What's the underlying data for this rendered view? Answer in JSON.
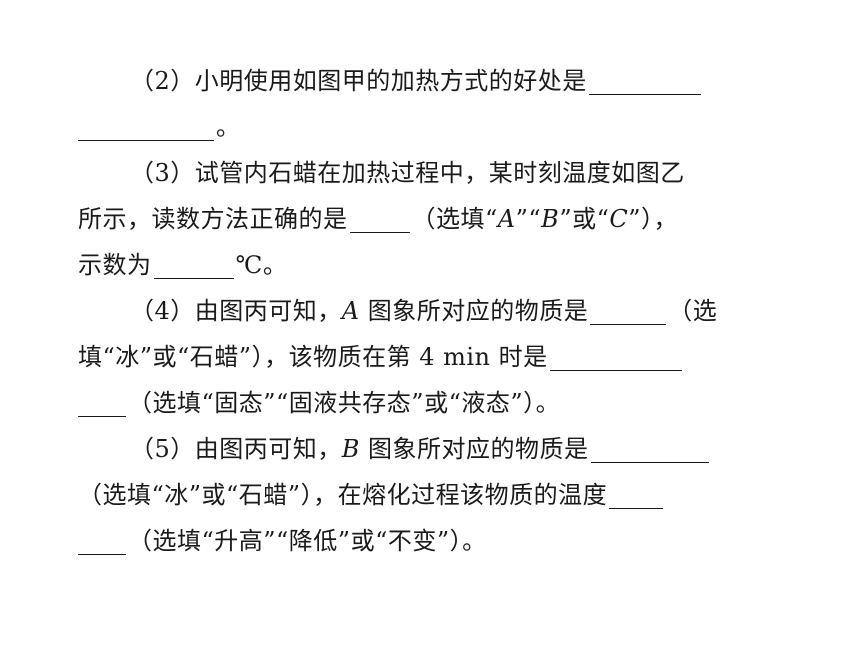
{
  "questions": [
    {
      "id": "2",
      "lines": [
        {
          "a": "（2）小明使用如图甲的加热方式的好处是"
        },
        {
          "a": "。"
        }
      ]
    },
    {
      "id": "3",
      "lines": [
        {
          "a": "（3）试管内石蜡在加热过程中，某时刻温度如图乙"
        },
        {
          "a": "所示，读数方法正确的是",
          "b": "（选填“",
          "c": "A",
          "d": "”“",
          "e": "B",
          "f": "”或“",
          "g": "C",
          "h": "”），"
        },
        {
          "a": "示数为",
          "b": "℃。"
        }
      ]
    },
    {
      "id": "4",
      "lines": [
        {
          "a": "（4）由图丙可知，",
          "b": "A",
          "c": " 图象所对应的物质是",
          "d": "（选"
        },
        {
          "a": "填“冰”或“石蜡”），该物质在第 4 min 时是"
        },
        {
          "a": "（选填“固态”“固液共存态”或“液态”）。"
        }
      ]
    },
    {
      "id": "5",
      "lines": [
        {
          "a": "（5）由图丙可知，",
          "b": "B",
          "c": " 图象所对应的物质是"
        },
        {
          "a": "（选填“冰”或“石蜡”），在熔化过程该物质的温度"
        },
        {
          "a": "（选填“升高”“降低”或“不变”）。"
        }
      ]
    }
  ]
}
